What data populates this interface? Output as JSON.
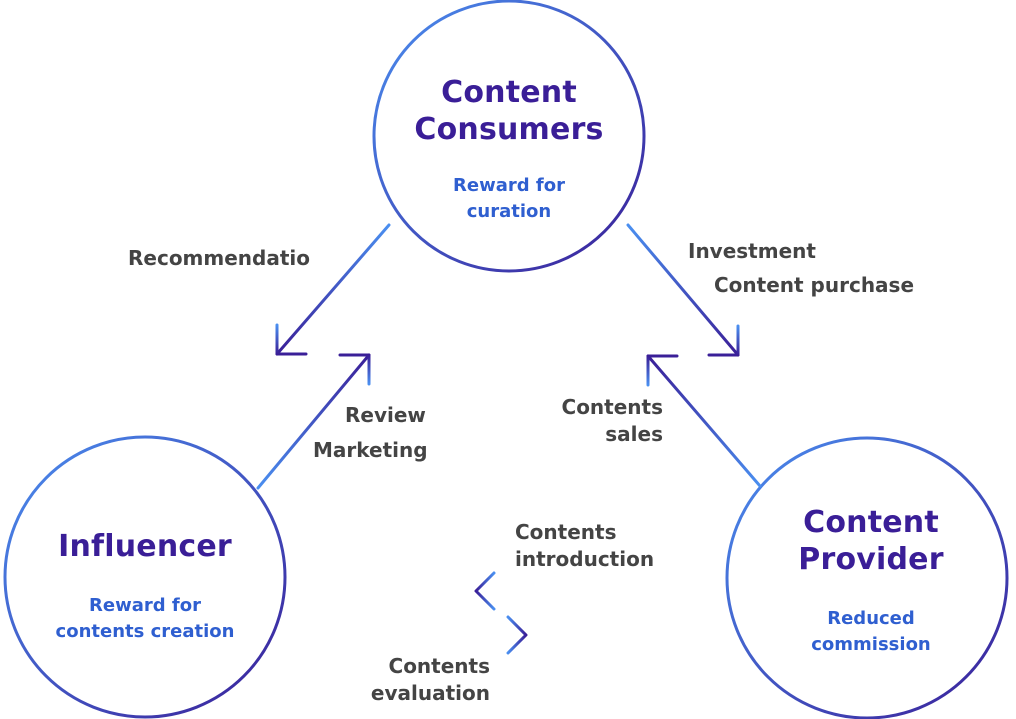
{
  "nodes": {
    "consumers": {
      "title": "Content\nConsumers",
      "subtitle": "Reward for\ncuration"
    },
    "influencer": {
      "title": "Influencer",
      "subtitle": "Reward for\ncontents creation"
    },
    "provider": {
      "title": "Content\nProvider",
      "subtitle": "Reduced\ncommission"
    }
  },
  "edges": {
    "recommendation": "Recommendatio",
    "investment": "Investment",
    "content_purchase": "Content purchase",
    "review": "Review",
    "marketing": "Marketing",
    "contents_sales": "Contents\nsales",
    "contents_introduction": "Contents\nintroduction",
    "contents_evaluation": "Contents\nevaluation"
  },
  "colors": {
    "gradient_start": "#4a8ff0",
    "gradient_end": "#3a1e97",
    "title": "#3a1e97",
    "subtitle": "#2f5fd0",
    "label": "#444444"
  }
}
